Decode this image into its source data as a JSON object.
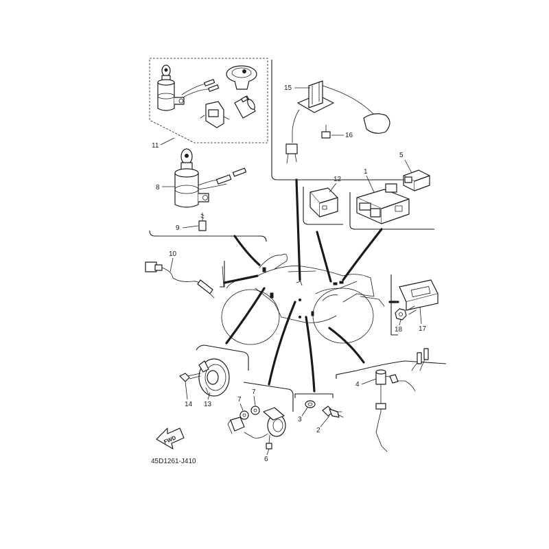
{
  "callouts": {
    "c1": "1",
    "c2": "2",
    "c3": "3",
    "c4": "4",
    "c5": "5",
    "c6": "6",
    "c7a": "7",
    "c7b": "7",
    "c8": "8",
    "c9": "9",
    "c10": "10",
    "c11": "11",
    "c12": "12",
    "c13": "13",
    "c14": "14",
    "c15": "15",
    "c16": "16",
    "c17": "17",
    "c18": "18"
  },
  "fwd_label": "FWD",
  "drawing_code": "45D1261-J410",
  "colors": {
    "ink": "#1a1a1a",
    "paper": "#ffffff"
  }
}
